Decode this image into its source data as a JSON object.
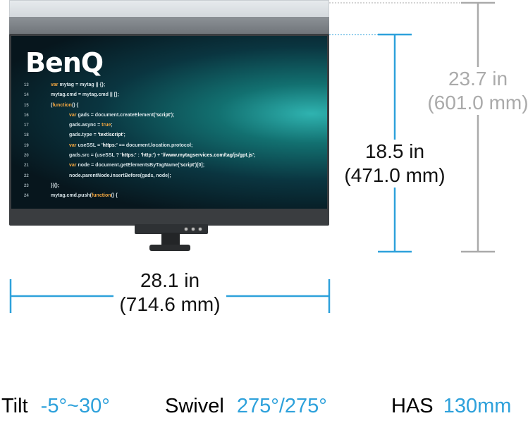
{
  "brand": "BenQ",
  "code": [
    {
      "n": "13",
      "i": 0,
      "p": [
        [
          "k",
          "var "
        ],
        [
          "",
          "mytag = mytag || {};"
        ]
      ]
    },
    {
      "n": "14",
      "i": 0,
      "p": [
        [
          "",
          "mytag.cmd = mytag.cmd || [];"
        ]
      ]
    },
    {
      "n": "15",
      "i": 0,
      "p": [
        [
          "",
          "("
        ],
        [
          "k",
          "function"
        ],
        [
          "",
          "() {"
        ]
      ]
    },
    {
      "n": "16",
      "i": 1,
      "p": [
        [
          "k",
          "var "
        ],
        [
          "",
          "gads = document.createElement("
        ],
        [
          "s",
          "'script'"
        ],
        [
          "",
          ");"
        ]
      ]
    },
    {
      "n": "17",
      "i": 1,
      "p": [
        [
          "",
          "gads.async = "
        ],
        [
          "k",
          "true"
        ],
        [
          "",
          ";"
        ]
      ]
    },
    {
      "n": "18",
      "i": 1,
      "p": [
        [
          "",
          "gads.type = "
        ],
        [
          "s",
          "'text/script'"
        ],
        [
          "",
          ";"
        ]
      ]
    },
    {
      "n": "19",
      "i": 1,
      "p": [
        [
          "k",
          "var "
        ],
        [
          "",
          "useSSL = "
        ],
        [
          "s",
          "'https:'"
        ],
        [
          "",
          " == document.location.protocol;"
        ]
      ]
    },
    {
      "n": "20",
      "i": 1,
      "p": [
        [
          "",
          "gads.src = (useSSL ? "
        ],
        [
          "s",
          "'https:'"
        ],
        [
          "",
          " : "
        ],
        [
          "s",
          "'http:'"
        ],
        [
          "",
          ") + "
        ],
        [
          "s",
          "'//www.mytagservices.com/tag/js/gpt.js'"
        ],
        [
          "",
          ";"
        ]
      ]
    },
    {
      "n": "21",
      "i": 1,
      "p": [
        [
          "k",
          "var "
        ],
        [
          "",
          "node = document.getElementsByTagName("
        ],
        [
          "s",
          "'script'"
        ],
        [
          "",
          ")[0];"
        ]
      ]
    },
    {
      "n": "22",
      "i": 1,
      "p": [
        [
          "",
          "node.parentNode.insertBefore(gads, node);"
        ]
      ]
    },
    {
      "n": "23",
      "i": 0,
      "p": [
        [
          "",
          "})();"
        ]
      ]
    },
    {
      "n": "24",
      "i": 0,
      "p": [
        [
          "",
          "mytag.cmd.push("
        ],
        [
          "k",
          "function"
        ],
        [
          "",
          "() {"
        ]
      ]
    }
  ],
  "dims": {
    "width": {
      "in": "28.1 in",
      "mm": "(714.6 mm)"
    },
    "height_min": {
      "in": "18.5 in",
      "mm": "(471.0 mm)"
    },
    "height_max": {
      "in": "23.7 in",
      "mm": "(601.0 mm)"
    }
  },
  "specs": {
    "tilt_label": "Tilt",
    "tilt_value": "-5°~30°",
    "swivel_label": "Swivel",
    "swivel_value": "275°/275°",
    "has_label": "HAS",
    "has_value": "130mm"
  },
  "colors": {
    "accent": "#2ea1db",
    "gray": "#aaaaaa"
  }
}
